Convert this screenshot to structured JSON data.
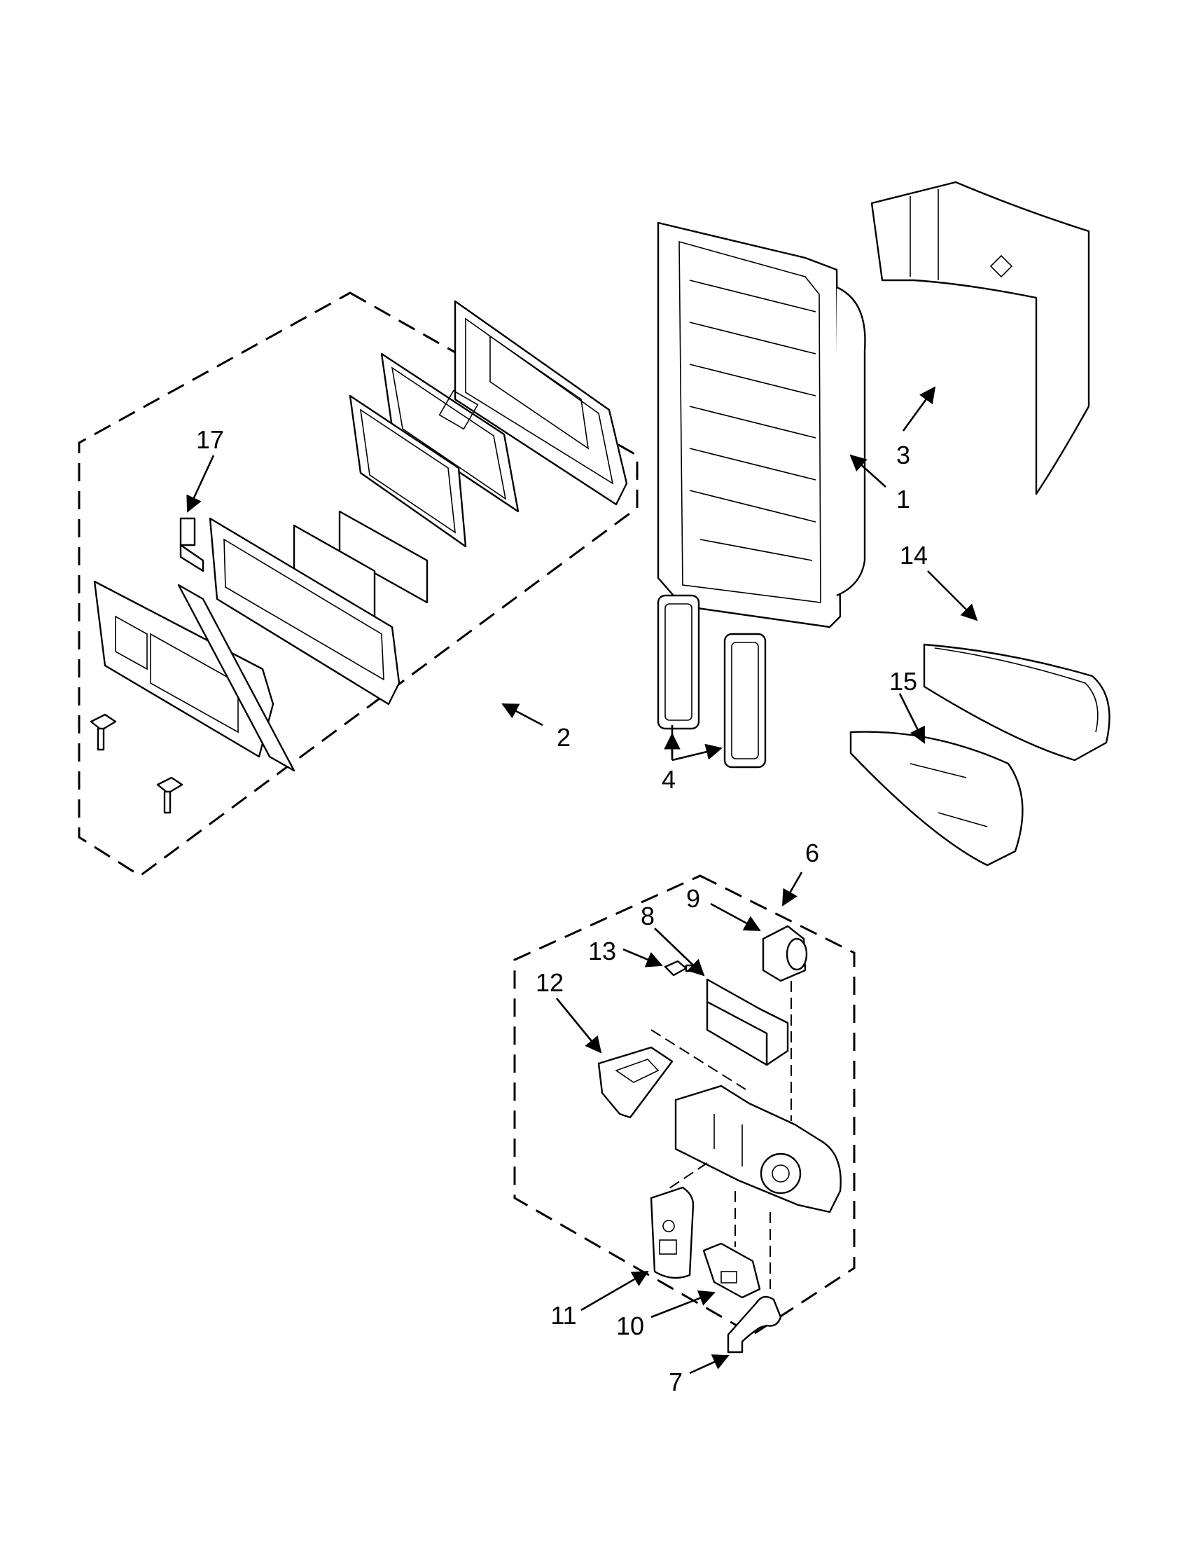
{
  "diagram": {
    "type": "exploded-parts-diagram",
    "background": "#ffffff",
    "line_color": "#000000",
    "callouts": [
      {
        "id": "c1",
        "text": "1"
      },
      {
        "id": "c2",
        "text": "2"
      },
      {
        "id": "c3",
        "text": "3"
      },
      {
        "id": "c4",
        "text": "4"
      },
      {
        "id": "c6",
        "text": "6"
      },
      {
        "id": "c7",
        "text": "7"
      },
      {
        "id": "c8",
        "text": "8"
      },
      {
        "id": "c9",
        "text": "9"
      },
      {
        "id": "c10",
        "text": "10"
      },
      {
        "id": "c11",
        "text": "11"
      },
      {
        "id": "c12",
        "text": "12"
      },
      {
        "id": "c13",
        "text": "13"
      },
      {
        "id": "c14",
        "text": "14"
      },
      {
        "id": "c15",
        "text": "15"
      },
      {
        "id": "c17",
        "text": "17"
      }
    ]
  }
}
